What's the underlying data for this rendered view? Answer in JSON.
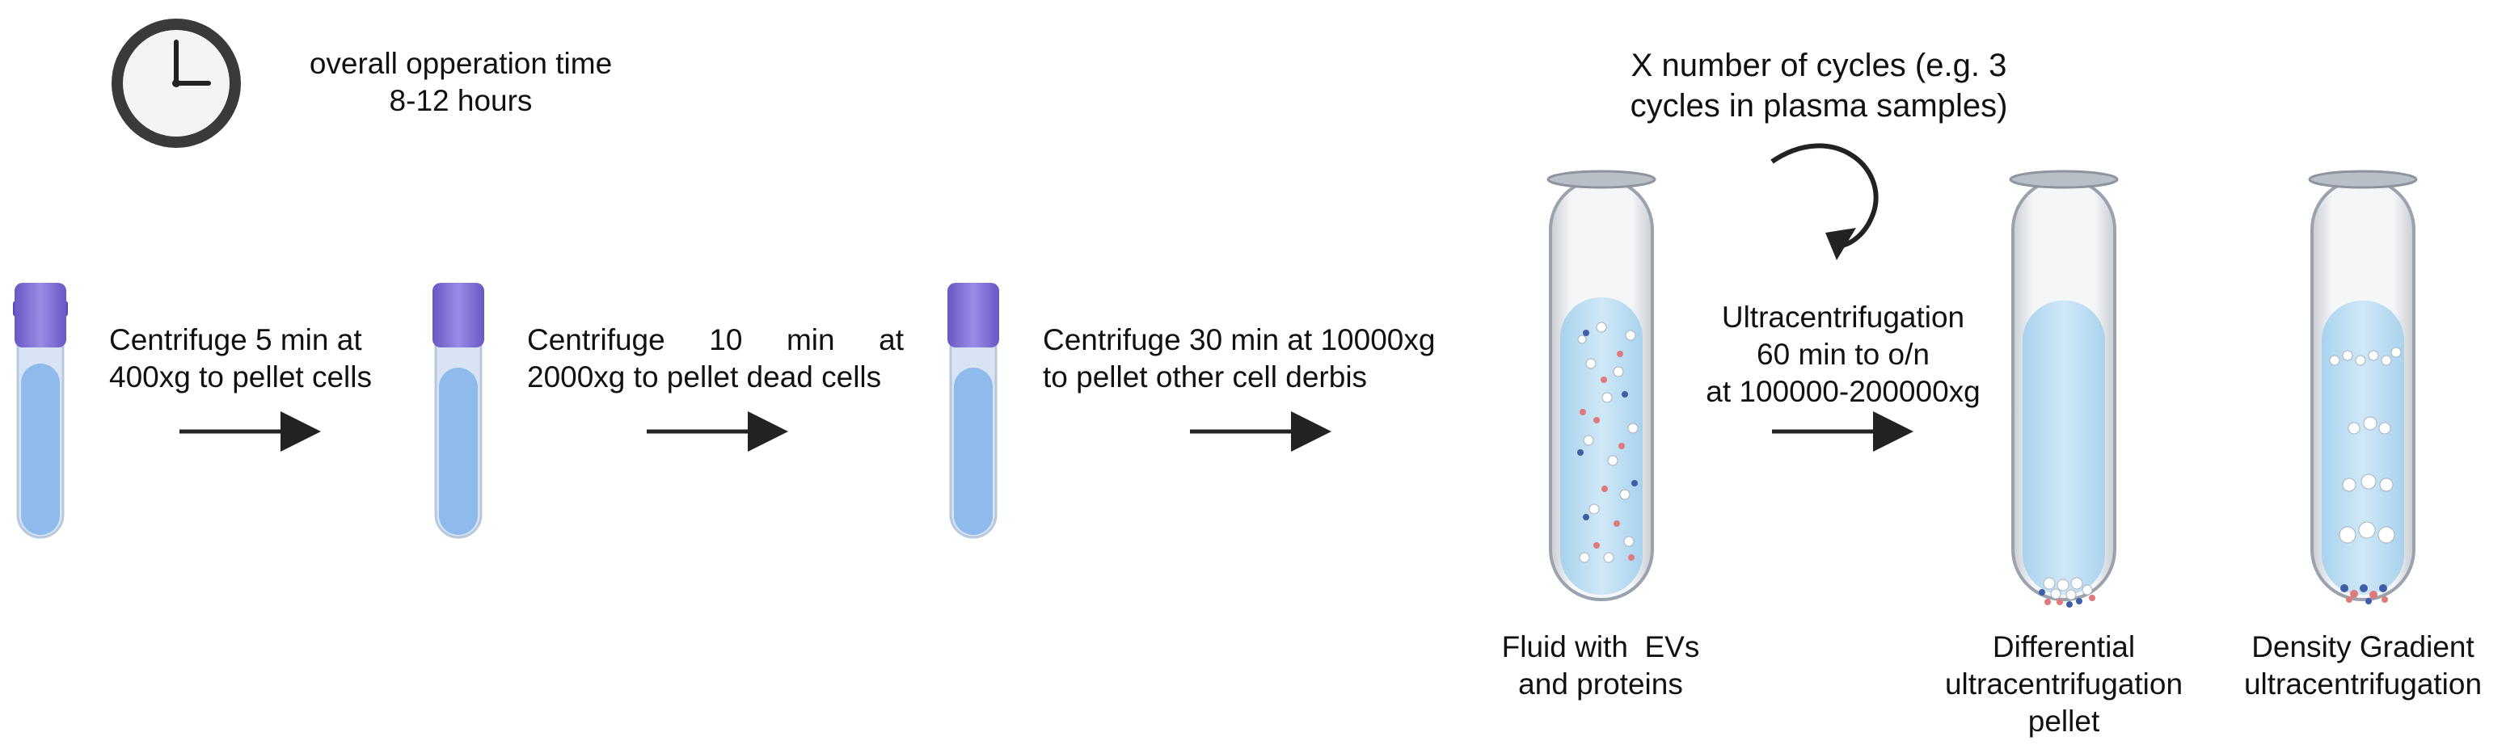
{
  "header": {
    "time_line1": "overall opperation time",
    "time_line2": "8-12 hours",
    "cycles_line1": "X number of cycles (e.g. 3",
    "cycles_line2": "cycles in plasma samples)"
  },
  "steps": [
    {
      "line1": "Centrifuge 5 min at",
      "line2": "400xg to pellet cells"
    },
    {
      "line1_words": [
        "Centrifuge",
        "10",
        "min",
        "at"
      ],
      "line2": "2000xg to pellet dead cells"
    },
    {
      "line1": "Centrifuge 30 min at 10000xg",
      "line2": "to pellet other cell derbis"
    },
    {
      "line1": "Ultracentrifugation",
      "line2": "60 min to o/n",
      "line3": "at 100000-200000xg"
    }
  ],
  "tubes": {
    "fluid": {
      "line1": "Fluid with  EVs",
      "line2": "and proteins"
    },
    "differential": {
      "line1": "Differential",
      "line2": "ultracentrifugation",
      "line3": "pellet"
    },
    "density": {
      "line1": "Density Gradient",
      "line2": "ultracentrifugation"
    }
  },
  "colors": {
    "cap_purple": "#7c6ad6",
    "tube_blue": "#8fbbec",
    "large_tube_liquid": "#bfe0f3",
    "arrow": "#222222",
    "ev_red": "#e07a7a",
    "ev_blue": "#3f5ea8"
  },
  "icons": [
    "clock-icon",
    "cycle-arrow-icon",
    "right-arrow-icon"
  ]
}
